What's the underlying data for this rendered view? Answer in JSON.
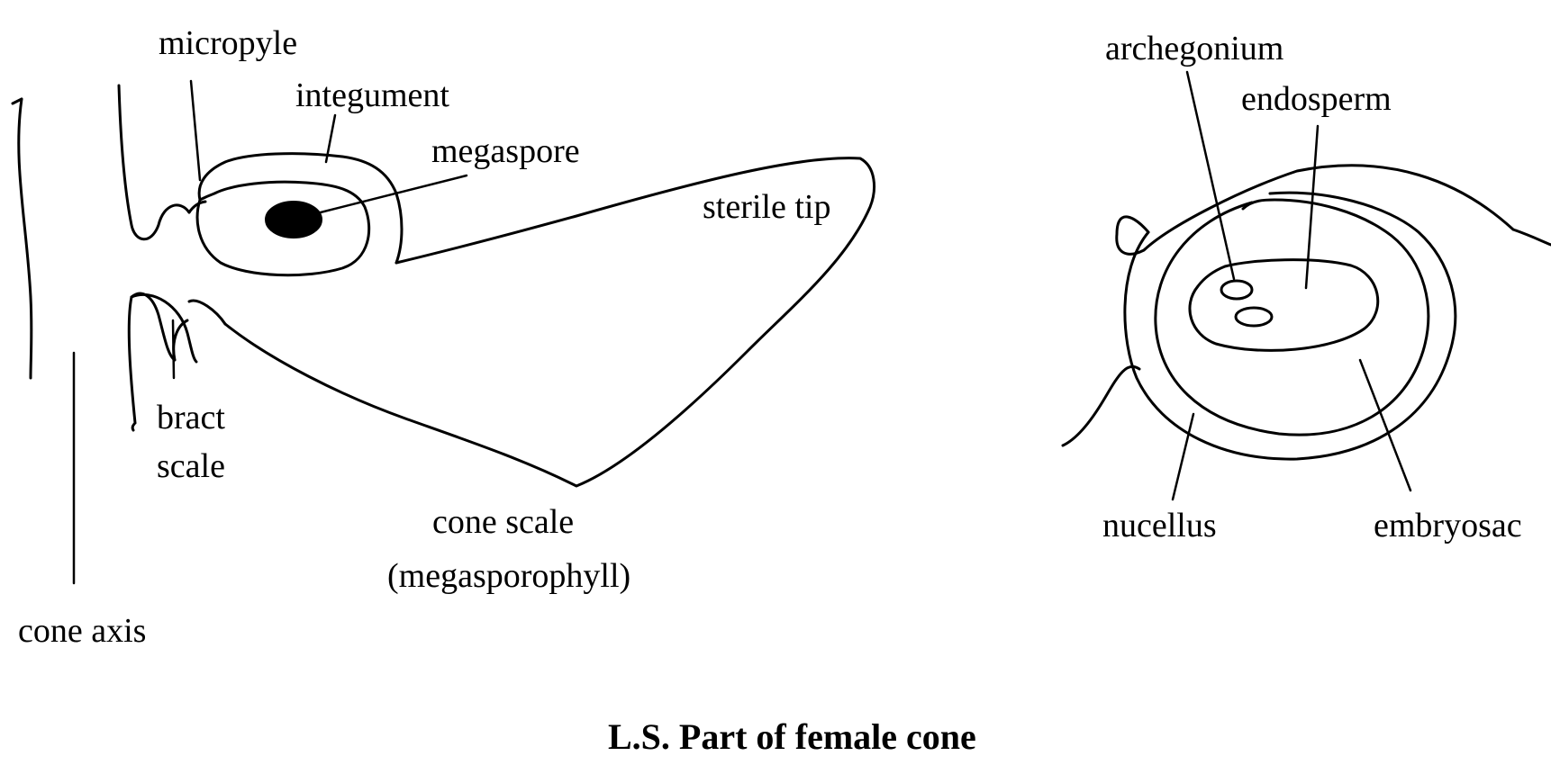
{
  "labels": {
    "micropyle": "micropyle",
    "integument": "integument",
    "megaspore": "megaspore",
    "sterile_tip": "sterile tip",
    "bract_scale_line1": "bract",
    "bract_scale_line2": "scale",
    "cone_axis": "cone axis",
    "cone_scale_line1": "cone scale",
    "cone_scale_line2": "(megasporophyll)",
    "archegonium": "archegonium",
    "endosperm": "endosperm",
    "nucellus": "nucellus",
    "embryosac": "embryosac"
  },
  "caption": "L.S. Part of female cone"
}
